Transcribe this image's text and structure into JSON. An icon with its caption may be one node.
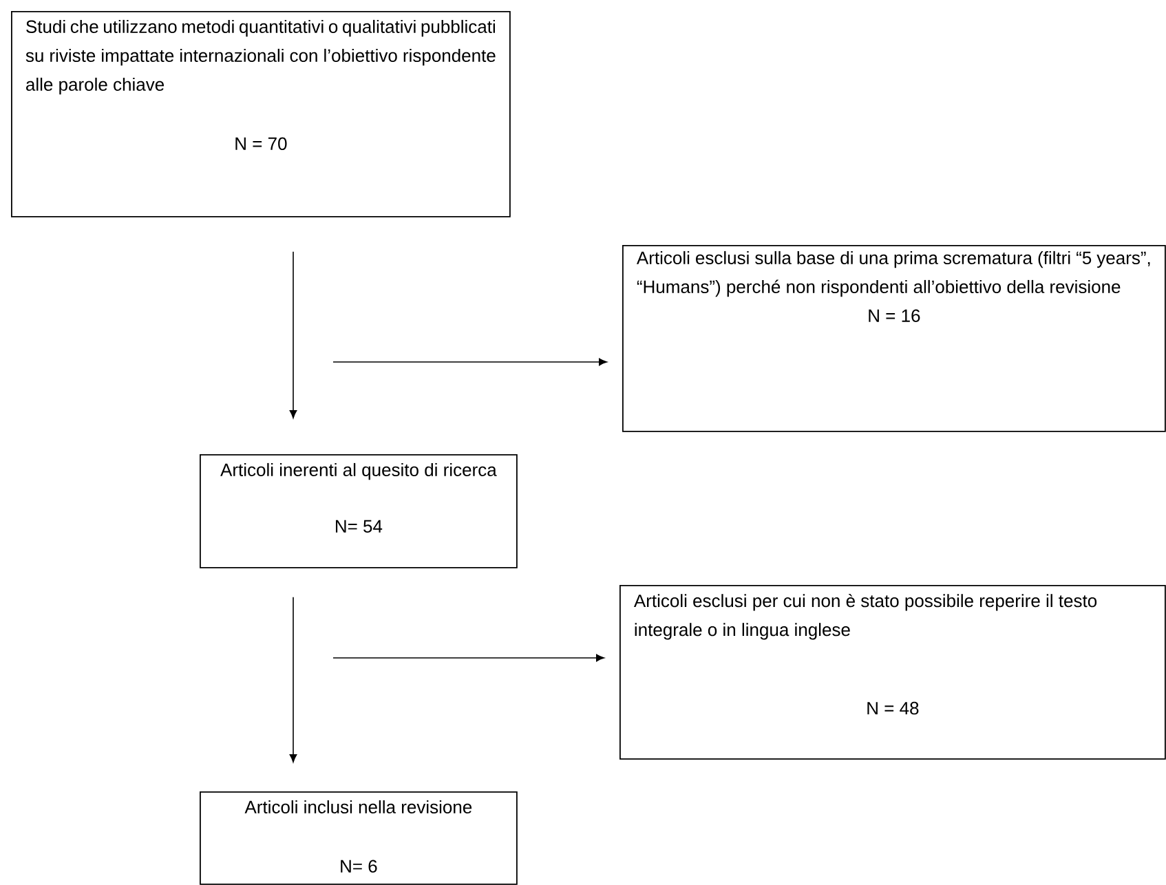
{
  "diagram": {
    "nodes": [
      {
        "text": [
          "Studi che utilizzano metodi quantitativi o qualitativi pubblicati su riviste impattate internazionali con l’obiettivo rispondente alle parole chiave",
          "N = 70"
        ]
      },
      {
        "text": [
          "Articoli esclusi sulla base di una prima scrematura (filtri “5 years”, “Humans”) perché non rispondenti all’obiettivo della revisione",
          "N = 16"
        ]
      },
      {
        "text": [
          "Articoli inerenti al quesito di ricerca",
          "N= 54"
        ]
      },
      {
        "text": [
          "Articoli esclusi per cui non è stato possibile reperire il testo integrale o in lingua inglese",
          "N = 48"
        ]
      },
      {
        "text": [
          "Articoli inclusi nella revisione",
          "N= 6"
        ]
      }
    ],
    "edges": [
      {
        "from": 0,
        "to": 2,
        "arrow": "to"
      },
      {
        "from": null,
        "to": 1,
        "arrow": "to"
      },
      {
        "from": 2,
        "to": 4,
        "arrow": "to"
      },
      {
        "from": null,
        "to": 3,
        "arrow": "to"
      }
    ]
  }
}
